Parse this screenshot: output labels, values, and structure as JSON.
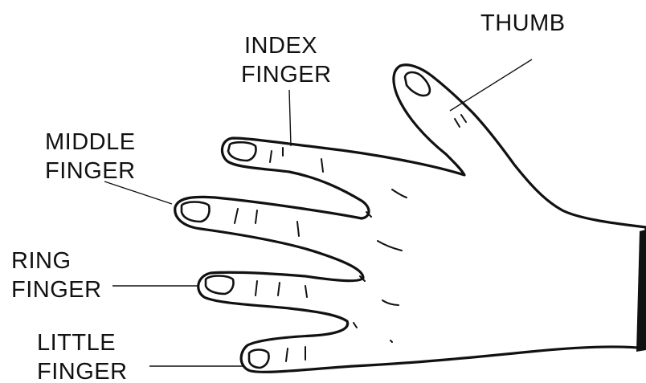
{
  "labels": {
    "thumb": {
      "line1": "THUMB"
    },
    "index": {
      "line1": "INDEX",
      "line2": "FINGER"
    },
    "middle": {
      "line1": "MIDDLE",
      "line2": "FINGER"
    },
    "ring": {
      "line1": "RING",
      "line2": "FINGER"
    },
    "little": {
      "line1": "LITTLE",
      "line2": "FINGER"
    }
  },
  "colors": {
    "ink": "#111111",
    "background": "#ffffff"
  }
}
